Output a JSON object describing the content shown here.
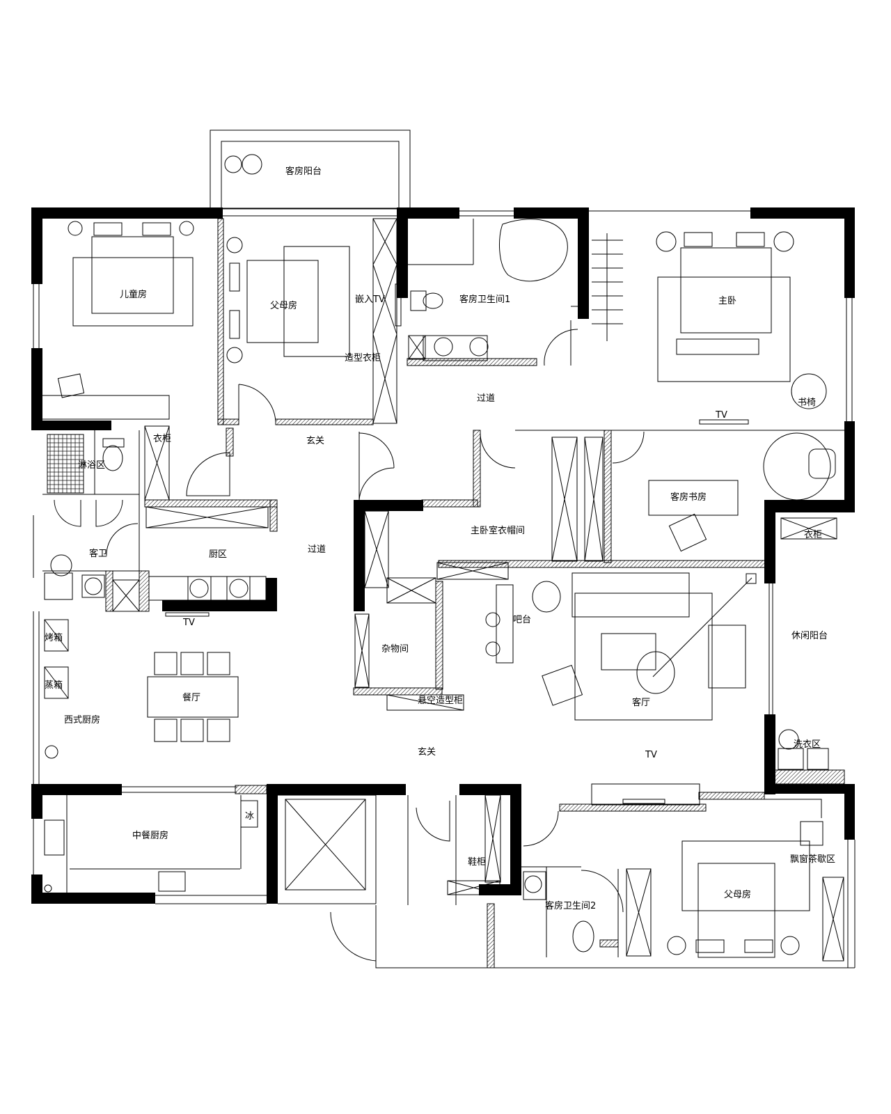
{
  "plan": {
    "rooms": {
      "guest_balcony": "客房阳台",
      "kids_room": "儿童房",
      "parents_room_1": "父母房",
      "embedded_tv": "嵌入TV",
      "feature_wardrobe": "造型衣柜",
      "guest_bath_1": "客房卫生间1",
      "master_bedroom": "主卧",
      "corridor_1": "过道",
      "book_chair": "书椅",
      "tv_master": "TV",
      "entry_1": "玄关",
      "wardrobe": "衣柜",
      "shower_area": "淋浴区",
      "guest_wc": "客卫",
      "kitchen_area": "厨区",
      "corridor_2": "过道",
      "walk_in_closet": "主卧室衣帽间",
      "guest_study": "客房书房",
      "cabinet_right": "衣柜",
      "tv_dining": "TV",
      "oven": "烤箱",
      "steamer": "蒸箱",
      "western_kitchen": "西式厨房",
      "dining_room": "餐厅",
      "bar_counter": "吧台",
      "storage_room": "杂物间",
      "floating_cabinet": "悬空造型柜",
      "living_room": "客厅",
      "leisure_balcony": "休闲阳台",
      "laundry_area": "洗衣区",
      "entry_2": "玄关",
      "tv_living": "TV",
      "chinese_kitchen": "中餐厨房",
      "shoe_cabinet": "鞋柜",
      "guest_bath_2": "客房卫生间2",
      "parents_room_2": "父母房",
      "bay_window_tea": "飘窗茶歇区",
      "fridge": "冰"
    }
  }
}
